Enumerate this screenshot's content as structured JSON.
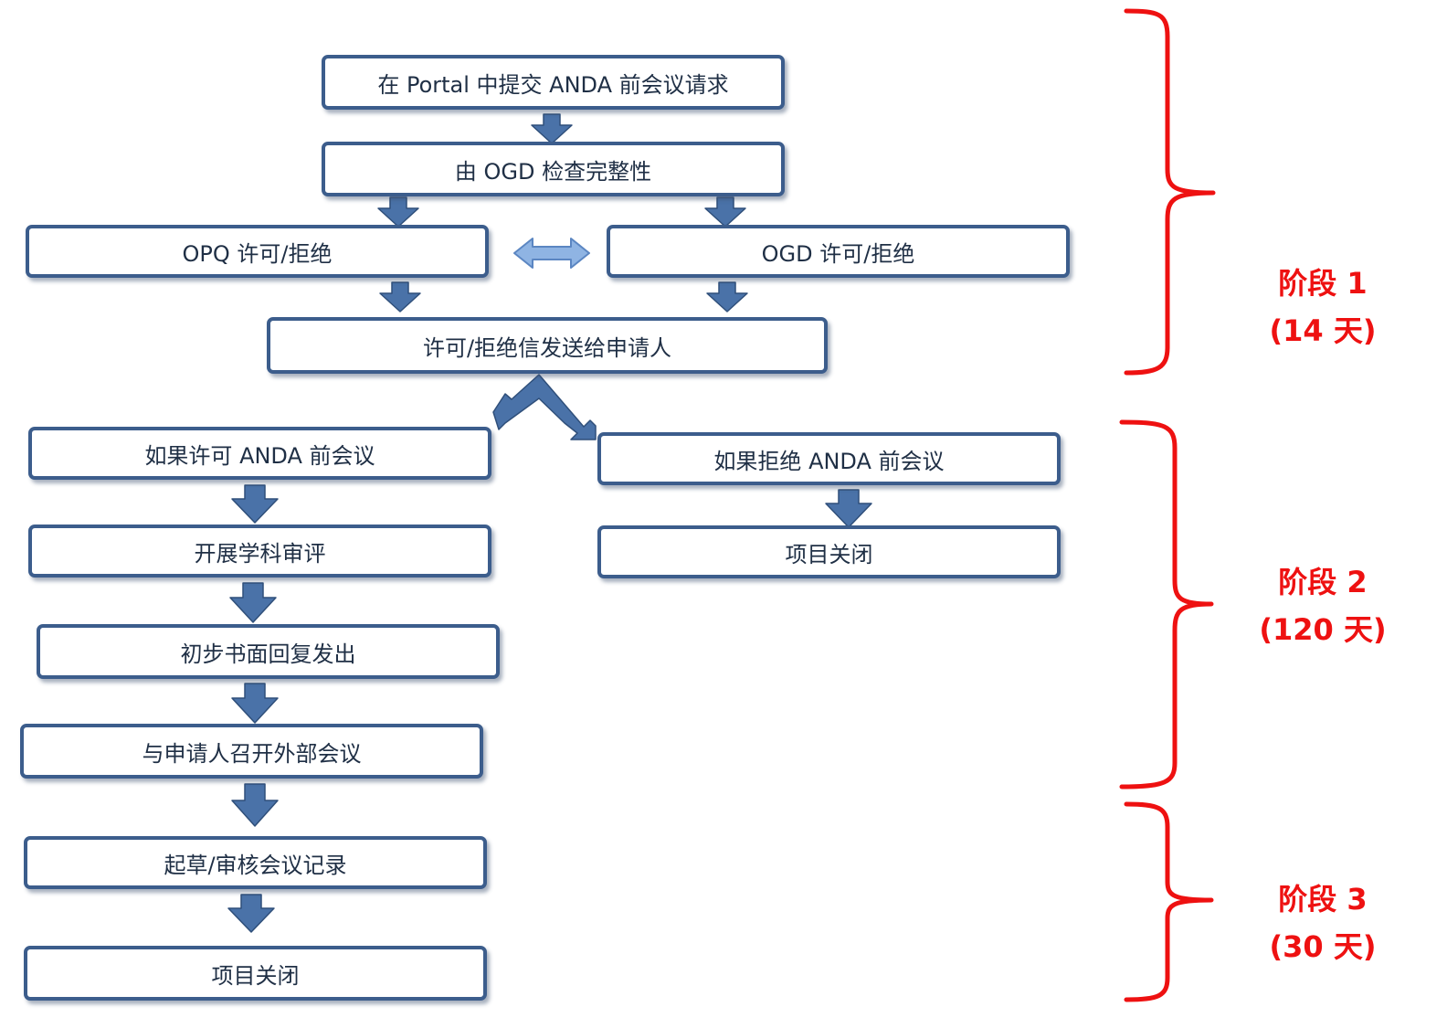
{
  "nodes": {
    "submit": "在 Portal 中提交 ANDA 前会议请求",
    "check": "由 OGD 检查完整性",
    "opq": "OPQ 许可/拒绝",
    "ogd": "OGD 许可/拒绝",
    "letter": "许可/拒绝信发送给申请人",
    "granted": "如果许可 ANDA 前会议",
    "review": "开展学科审评",
    "response": "初步书面回复发出",
    "meeting": "与申请人召开外部会议",
    "minutes": "起草/审核会议记录",
    "close_left": "项目关闭",
    "denied": "如果拒绝 ANDA 前会议",
    "close_right": "项目关闭"
  },
  "stages": [
    {
      "name": "阶段 1",
      "duration": "(14 天)"
    },
    {
      "name": "阶段 2",
      "duration": "(120 天)"
    },
    {
      "name": "阶段 3",
      "duration": "(30 天)"
    }
  ],
  "colors": {
    "box_border": "#3c5d8c",
    "arrow": "#4a72a8",
    "double_arrow": "#8fb4e3",
    "brace": "#ee1111"
  }
}
